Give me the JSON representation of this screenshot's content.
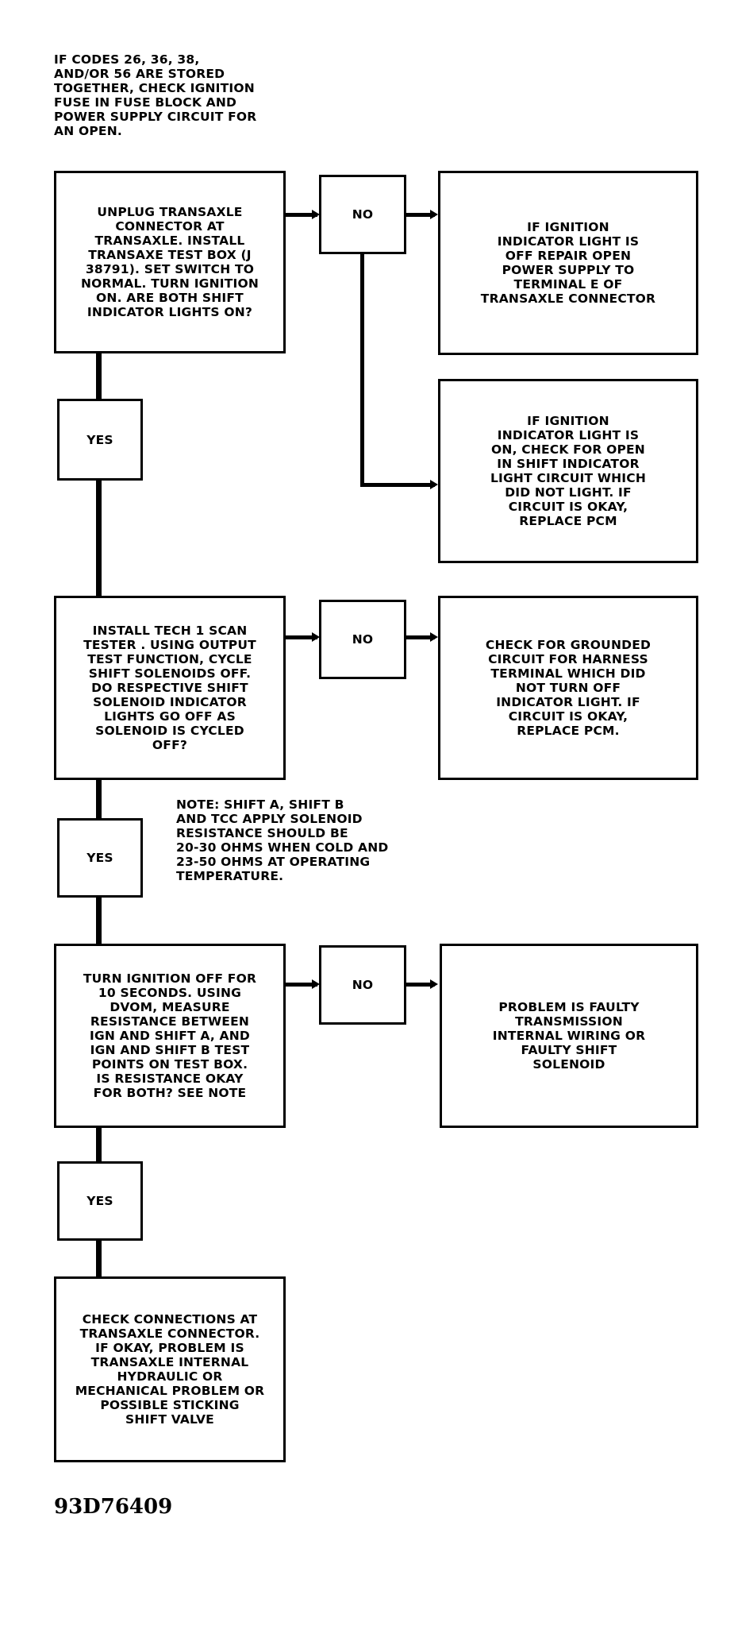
{
  "diagram": {
    "intro_note": "IF CODES 26, 36, 38,\nAND/OR 56 ARE STORED\nTOGETHER, CHECK IGNITION\nFUSE IN FUSE BLOCK AND\nPOWER SUPPLY CIRCUIT FOR\nAN OPEN.",
    "steps": [
      {
        "id": "step1",
        "text": "UNPLUG TRANSAXLE\nCONNECTOR AT\nTRANSAXLE. INSTALL\nTRANSAXE TEST BOX (J\n38791). SET SWITCH TO\nNORMAL. TURN IGNITION\nON. ARE BOTH SHIFT\nINDICATOR LIGHTS ON?"
      },
      {
        "id": "step2",
        "text": "INSTALL TECH 1 SCAN\nTESTER . USING OUTPUT\nTEST FUNCTION, CYCLE\nSHIFT SOLENOIDS OFF.\nDO RESPECTIVE SHIFT\nSOLENOID INDICATOR\nLIGHTS GO OFF AS\nSOLENOID IS CYCLED\nOFF?"
      },
      {
        "id": "step3",
        "text": "TURN IGNITION OFF FOR\n10 SECONDS. USING\nDVOM, MEASURE\nRESISTANCE BETWEEN\nIGN AND SHIFT A, AND\nIGN AND SHIFT B TEST\nPOINTS ON TEST BOX.\nIS RESISTANCE OKAY\nFOR BOTH? SEE NOTE"
      },
      {
        "id": "step4",
        "text": "CHECK CONNECTIONS AT\nTRANSAXLE CONNECTOR.\nIF OKAY, PROBLEM IS\nTRANSAXLE INTERNAL\nHYDRAULIC OR\nMECHANICAL PROBLEM OR\nPOSSIBLE STICKING\nSHIFT VALVE"
      }
    ],
    "answers": {
      "yes": "YES",
      "no": "NO"
    },
    "results": [
      {
        "id": "result1a",
        "text": "IF IGNITION\nINDICATOR LIGHT IS\nOFF REPAIR OPEN\nPOWER SUPPLY TO\nTERMINAL E OF\nTRANSAXLE CONNECTOR"
      },
      {
        "id": "result1b",
        "text": "IF IGNITION\nINDICATOR LIGHT IS\nON, CHECK FOR OPEN\nIN SHIFT INDICATOR\nLIGHT CIRCUIT WHICH\nDID NOT LIGHT. IF\nCIRCUIT IS OKAY,\nREPLACE PCM"
      },
      {
        "id": "result2",
        "text": "CHECK FOR GROUNDED\nCIRCUIT FOR HARNESS\nTERMINAL WHICH DID\nNOT TURN OFF\nINDICATOR LIGHT. IF\nCIRCUIT IS OKAY,\nREPLACE PCM."
      },
      {
        "id": "result3",
        "text": "PROBLEM IS FAULTY\nTRANSMISSION\nINTERNAL WIRING OR\nFAULTY SHIFT\nSOLENOID"
      }
    ],
    "resistance_note": "NOTE: SHIFT A, SHIFT B\nAND TCC APPLY SOLENOID\nRESISTANCE SHOULD BE\n20-30 OHMS WHEN COLD AND\n23-50 OHMS AT OPERATING\nTEMPERATURE.",
    "figure_id": "93D76409"
  }
}
